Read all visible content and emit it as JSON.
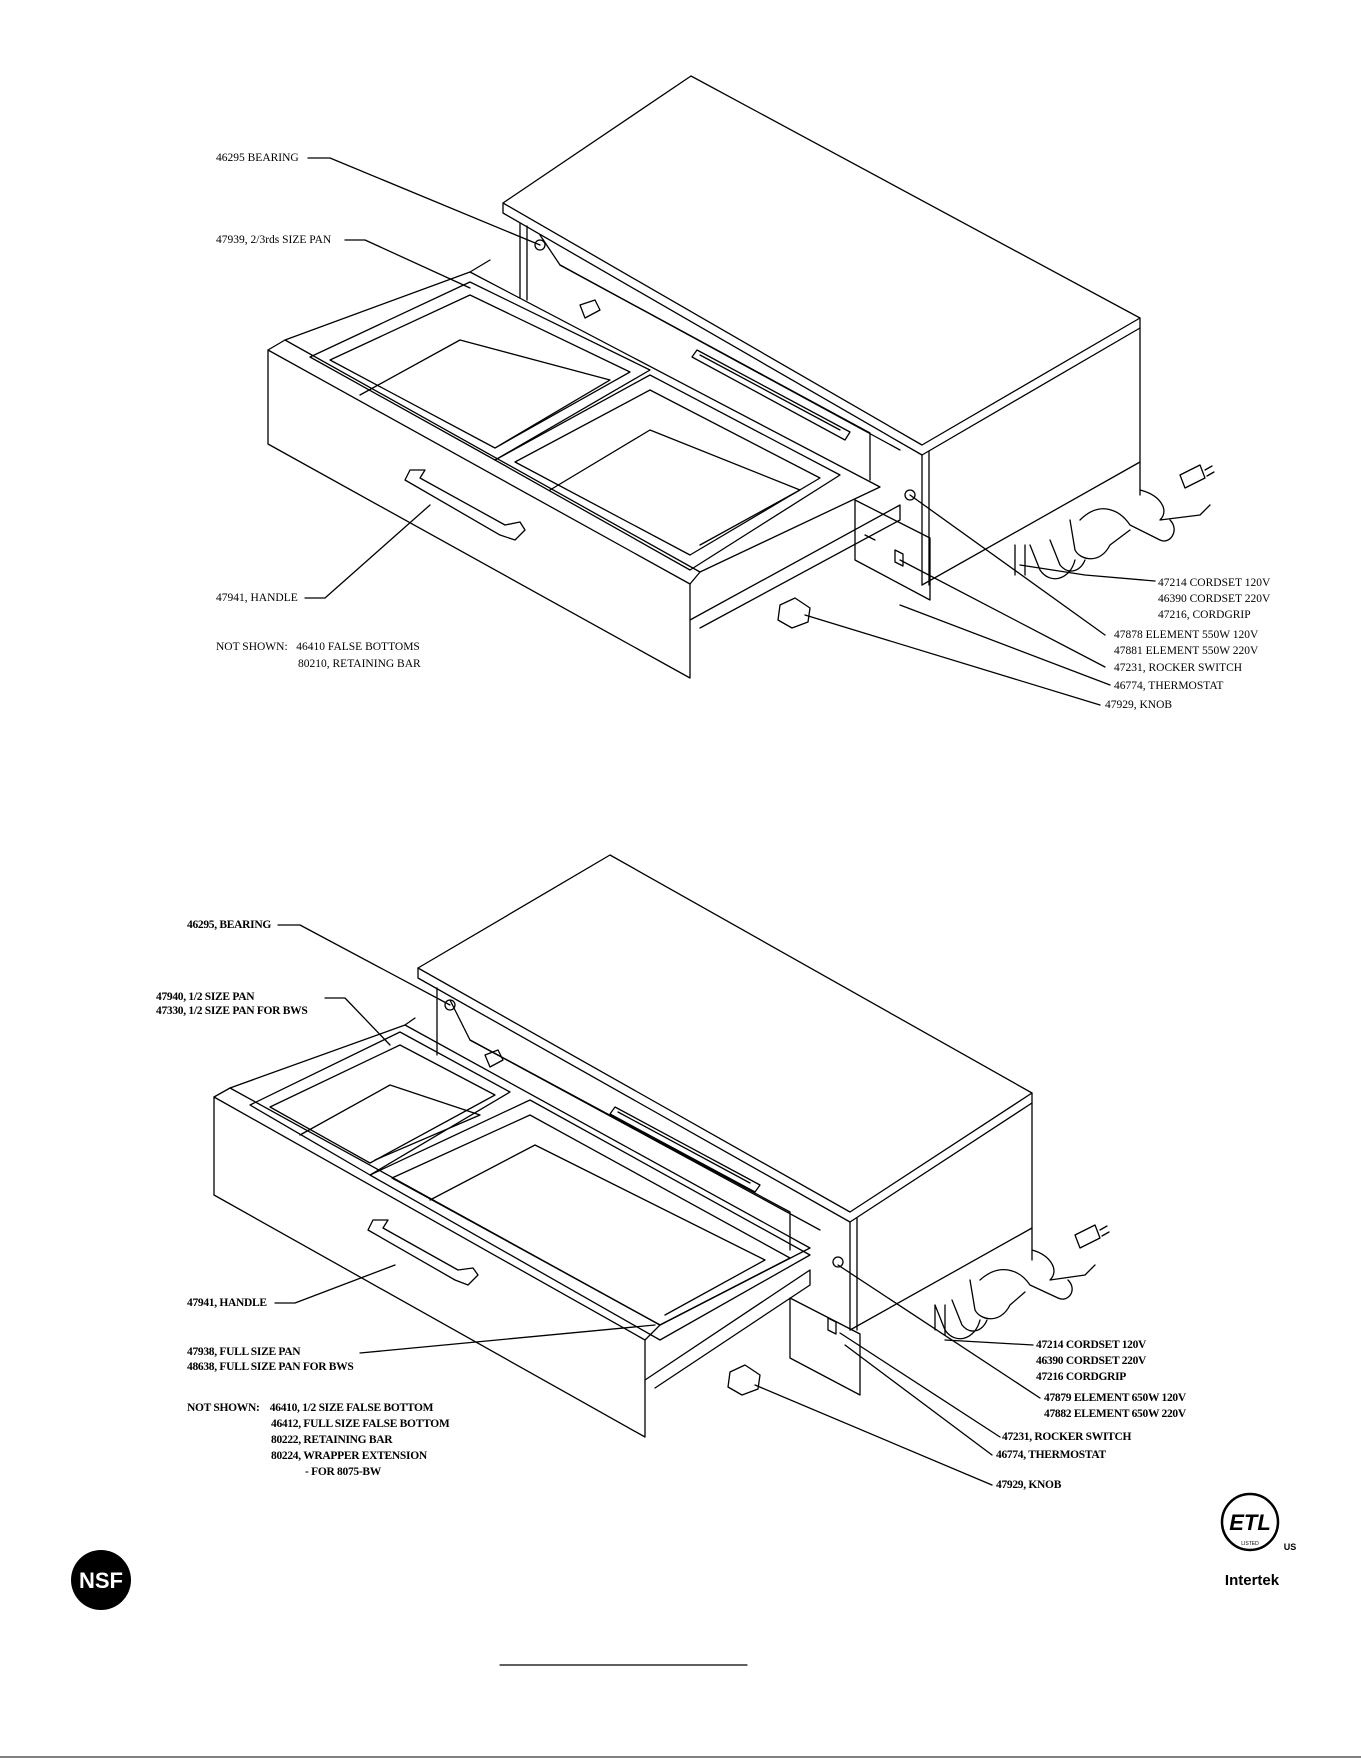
{
  "diagram1": {
    "labels": {
      "bearing": "46295 BEARING",
      "pan": "47939, 2/3rds SIZE PAN",
      "handle": "47941, HANDLE",
      "not_shown_1": "NOT SHOWN:   46410 FALSE BOTTOMS",
      "not_shown_2": "80210, RETAINING BAR",
      "cordset_1": "47214 CORDSET 120V",
      "cordset_2": "46390 CORDSET 220V",
      "cordgrip": "47216, CORDGRIP",
      "element_1": "47878 ELEMENT 550W 120V",
      "element_2": "47881 ELEMENT 550W 220V",
      "rocker": "47231, ROCKER SWITCH",
      "thermostat": "46774, THERMOSTAT",
      "knob": "47929, KNOB"
    }
  },
  "diagram2": {
    "labels": {
      "bearing": "46295, BEARING",
      "pan_1": "47940, 1/2 SIZE PAN",
      "pan_2": "47330, 1/2 SIZE PAN FOR BWS",
      "handle": "47941, HANDLE",
      "full_pan_1": "47938, FULL SIZE PAN",
      "full_pan_2": "48638, FULL SIZE PAN FOR BWS",
      "not_shown_1": "NOT SHOWN:    46410, 1/2 SIZE FALSE BOTTOM",
      "not_shown_2": "46412, FULL SIZE FALSE BOTTOM",
      "not_shown_3": "80222, RETAINING BAR",
      "not_shown_4": "80224, WRAPPER EXTENSION",
      "not_shown_5": "- FOR 8075-BW",
      "cordset_1": "47214 CORDSET 120V",
      "cordset_2": "46390 CORDSET 220V",
      "cordgrip": "47216 CORDGRIP",
      "element_1": "47879 ELEMENT 650W 120V",
      "element_2": "47882 ELEMENT 650W 220V",
      "rocker": "47231, ROCKER SWITCH",
      "thermostat": "46774, THERMOSTAT",
      "knob": "47929, KNOB"
    }
  },
  "logos": {
    "nsf": "NSF",
    "etl": "ETL",
    "etl_sub": "LISTED",
    "etl_us": "US",
    "intertek": "Intertek"
  }
}
